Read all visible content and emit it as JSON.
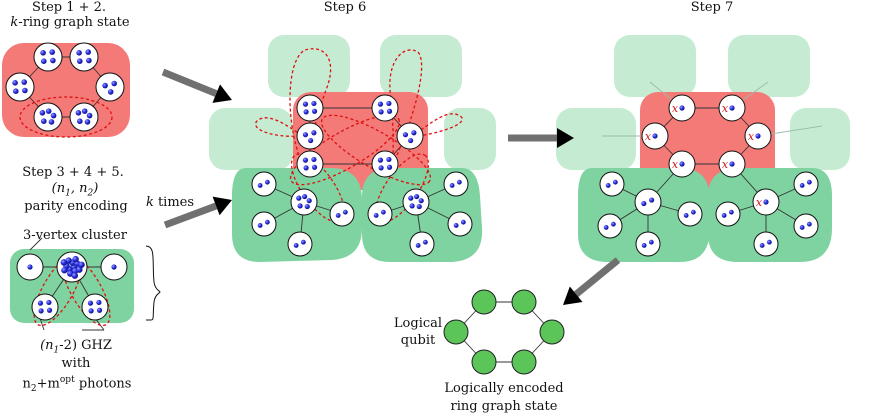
{
  "labels": {
    "step12_title": "Step 1 + 2.",
    "step12_k": "k",
    "step12_sub": "-ring graph state",
    "step345_title": "Step 3 + 4 + 5.",
    "step345_n": "(n",
    "step345_n_sub1": "1",
    "step345_n_mid": ", n",
    "step345_n_sub2": "2",
    "step345_n_end": ")",
    "parity": "parity encoding",
    "cluster": "3-vertex cluster",
    "ghz_open": "(n",
    "ghz_sub": "1",
    "ghz_rest": "-2) GHZ",
    "with": "with",
    "photons_a": "n",
    "photons_sub": "2",
    "photons_b": "+m",
    "photons_sup": "opt",
    "photons_c": " photons",
    "k_times_k": "k",
    "k_times_rest": " times",
    "step6": "Step 6",
    "step7": "Step 7",
    "logical_qubit_1": "Logical",
    "logical_qubit_2": "qubit",
    "encoded_1": "Logically encoded",
    "encoded_2": "ring graph state",
    "x_mark": "x"
  },
  "colors": {
    "red_block": "#f47a78",
    "green_block": "#7fd3a0",
    "light_green": "#c6ebd3",
    "photon": "#2a2fe0",
    "logical_node": "#5cc55a",
    "dashed": "#e01010",
    "arrow": "#707070",
    "x_color": "#d01818"
  }
}
